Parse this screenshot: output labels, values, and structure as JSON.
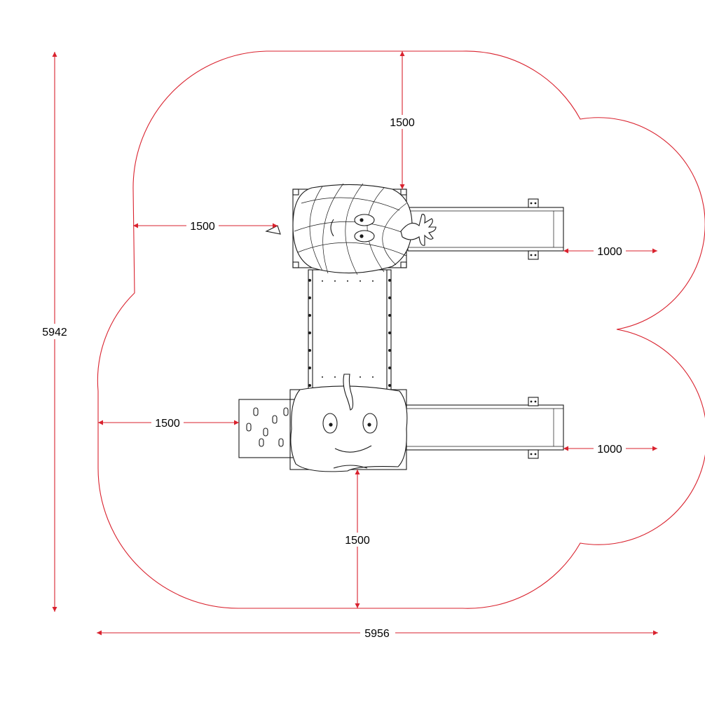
{
  "colors": {
    "dimension": "#d9222e",
    "equipment": "#1a1a1a",
    "background": "#ffffff"
  },
  "dimensions": {
    "overall_height": "5942",
    "overall_width": "5956",
    "top_clearance": "1500",
    "left_upper_clearance": "1500",
    "left_lower_clearance": "1500",
    "bottom_clearance": "1500",
    "right_upper_clearance": "1000",
    "right_lower_clearance": "1000"
  }
}
